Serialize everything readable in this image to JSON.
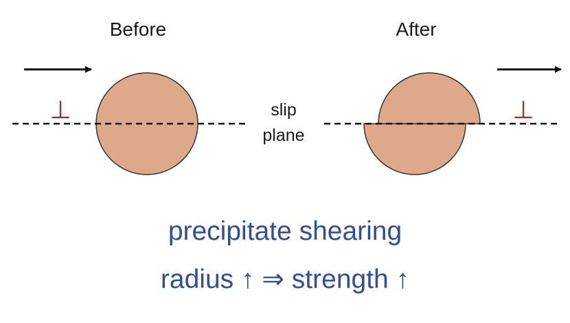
{
  "diagram": {
    "before_label": "Before",
    "after_label": "After",
    "slip_label_line1": "slip",
    "slip_label_line2": "plane",
    "dislocation_symbol": "⊥",
    "precipitate_color": "#dea98a",
    "dislocation_color": "#a52a2a",
    "arrow_color": "#111111"
  },
  "caption": {
    "line1": "precipitate shearing",
    "line2": "radius ↑  ⇒  strength ↑",
    "color": "#2f4e9e"
  }
}
